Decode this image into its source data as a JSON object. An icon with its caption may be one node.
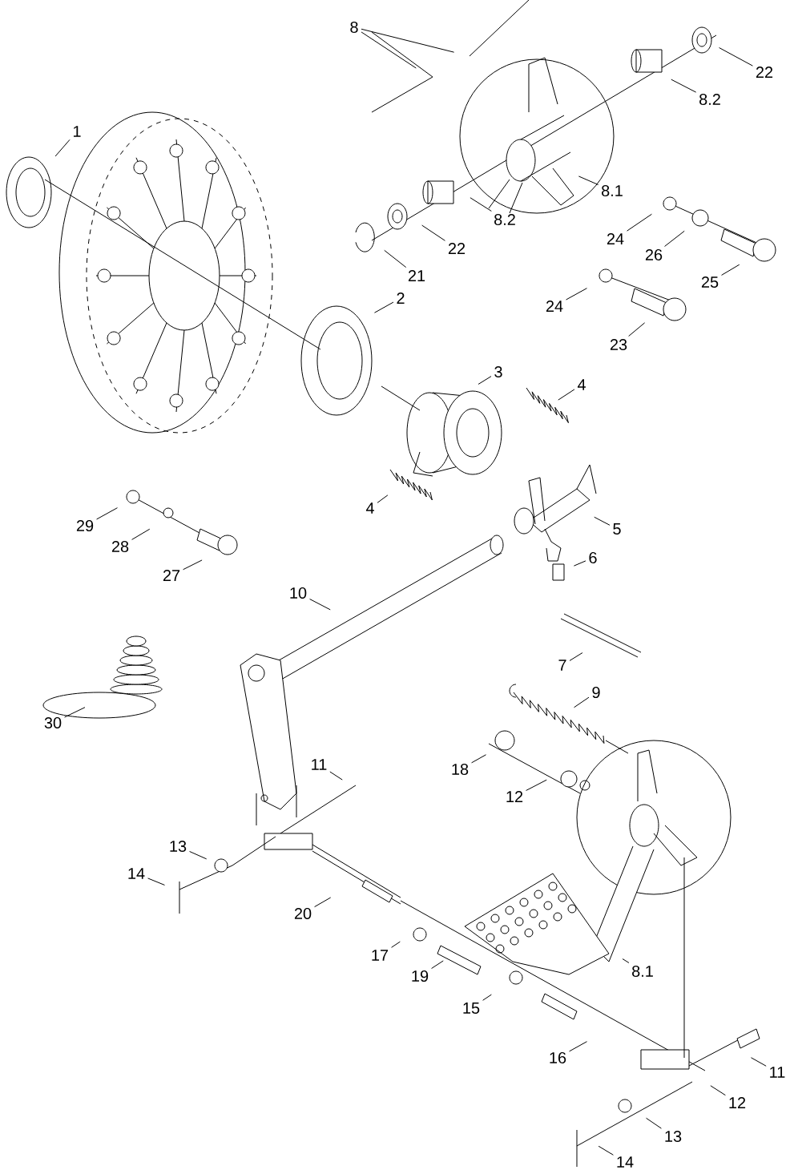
{
  "diagram": {
    "nodes": [
      {
        "text": [
          "1"
        ]
      },
      {
        "text": [
          "8"
        ]
      },
      {
        "text": [
          "22"
        ]
      },
      {
        "text": [
          "8.2"
        ]
      },
      {
        "text": [
          "8.1"
        ]
      },
      {
        "text": [
          "8.2"
        ]
      },
      {
        "text": [
          "22"
        ]
      },
      {
        "text": [
          "21"
        ]
      },
      {
        "text": [
          "24"
        ]
      },
      {
        "text": [
          "26"
        ]
      },
      {
        "text": [
          "25"
        ]
      },
      {
        "text": [
          "24"
        ]
      },
      {
        "text": [
          "23"
        ]
      },
      {
        "text": [
          "2"
        ]
      },
      {
        "text": [
          "3"
        ]
      },
      {
        "text": [
          "4"
        ]
      },
      {
        "text": [
          "4"
        ]
      },
      {
        "text": [
          "5"
        ]
      },
      {
        "text": [
          "6"
        ]
      },
      {
        "text": [
          "29"
        ]
      },
      {
        "text": [
          "28"
        ]
      },
      {
        "text": [
          "27"
        ]
      },
      {
        "text": [
          "10"
        ]
      },
      {
        "text": [
          "7"
        ]
      },
      {
        "text": [
          "30"
        ]
      },
      {
        "text": [
          "9"
        ]
      },
      {
        "text": [
          "18"
        ]
      },
      {
        "text": [
          "11"
        ]
      },
      {
        "text": [
          "12"
        ]
      },
      {
        "text": [
          "13"
        ]
      },
      {
        "text": [
          "14"
        ]
      },
      {
        "text": [
          "20"
        ]
      },
      {
        "text": [
          "17"
        ]
      },
      {
        "text": [
          "19"
        ]
      },
      {
        "text": [
          "8.1"
        ]
      },
      {
        "text": [
          "15"
        ]
      },
      {
        "text": [
          "16"
        ]
      },
      {
        "text": [
          "11"
        ]
      },
      {
        "text": [
          "12"
        ]
      },
      {
        "text": [
          "13"
        ]
      },
      {
        "text": [
          "14"
        ]
      }
    ],
    "edges": [
      {
        "from": 0,
        "to": null,
        "arrow": "none"
      },
      {
        "from": 1,
        "to": null,
        "arrow": "none"
      },
      {
        "from": 1,
        "to": null,
        "arrow": "none"
      },
      {
        "from": 2,
        "to": null,
        "arrow": "none"
      },
      {
        "from": 3,
        "to": null,
        "arrow": "none"
      },
      {
        "from": 4,
        "to": null,
        "arrow": "none"
      },
      {
        "from": 5,
        "to": null,
        "arrow": "none"
      },
      {
        "from": 6,
        "to": null,
        "arrow": "none"
      },
      {
        "from": 7,
        "to": null,
        "arrow": "none"
      },
      {
        "from": 8,
        "to": null,
        "arrow": "none"
      },
      {
        "from": 9,
        "to": null,
        "arrow": "none"
      },
      {
        "from": 10,
        "to": null,
        "arrow": "none"
      },
      {
        "from": 11,
        "to": null,
        "arrow": "none"
      },
      {
        "from": 12,
        "to": null,
        "arrow": "none"
      },
      {
        "from": 13,
        "to": null,
        "arrow": "none"
      },
      {
        "from": 14,
        "to": null,
        "arrow": "none"
      },
      {
        "from": 15,
        "to": null,
        "arrow": "none"
      },
      {
        "from": 16,
        "to": null,
        "arrow": "none"
      },
      {
        "from": 17,
        "to": null,
        "arrow": "none"
      },
      {
        "from": 18,
        "to": null,
        "arrow": "none"
      },
      {
        "from": 19,
        "to": null,
        "arrow": "none"
      },
      {
        "from": 20,
        "to": null,
        "arrow": "none"
      },
      {
        "from": 21,
        "to": null,
        "arrow": "none"
      },
      {
        "from": 22,
        "to": null,
        "arrow": "none"
      },
      {
        "from": 23,
        "to": null,
        "arrow": "none"
      },
      {
        "from": 24,
        "to": null,
        "arrow": "none"
      },
      {
        "from": 25,
        "to": null,
        "arrow": "none"
      },
      {
        "from": 26,
        "to": null,
        "arrow": "none"
      },
      {
        "from": 27,
        "to": null,
        "arrow": "none"
      },
      {
        "from": 28,
        "to": null,
        "arrow": "none"
      },
      {
        "from": 29,
        "to": null,
        "arrow": "none"
      },
      {
        "from": 30,
        "to": null,
        "arrow": "none"
      },
      {
        "from": 31,
        "to": null,
        "arrow": "none"
      },
      {
        "from": 32,
        "to": null,
        "arrow": "none"
      },
      {
        "from": 33,
        "to": null,
        "arrow": "none"
      },
      {
        "from": 34,
        "to": null,
        "arrow": "none"
      },
      {
        "from": 35,
        "to": null,
        "arrow": "none"
      },
      {
        "from": 36,
        "to": null,
        "arrow": "none"
      },
      {
        "from": 37,
        "to": null,
        "arrow": "none"
      },
      {
        "from": 38,
        "to": null,
        "arrow": "none"
      },
      {
        "from": 39,
        "to": null,
        "arrow": "none"
      },
      {
        "from": 40,
        "to": null,
        "arrow": "none"
      }
    ]
  }
}
